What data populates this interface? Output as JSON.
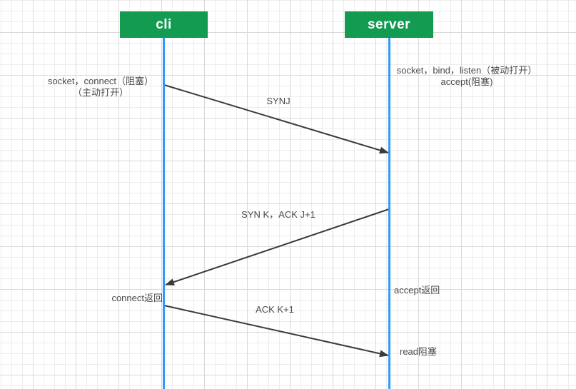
{
  "colors": {
    "actor_bg": "#129b51",
    "actor_text": "#ffffff",
    "lifeline": "#2f9bfc",
    "arrow": "#3a3a3a",
    "label_text": "#4c4c4c",
    "grid_minor": "#ececec",
    "grid_major": "#d9d9d9"
  },
  "actors": [
    {
      "id": "cli",
      "label": "cli"
    },
    {
      "id": "server",
      "label": "server"
    }
  ],
  "annotations": {
    "client_init_line1": "socket，connect（阻塞）",
    "client_init_line2": "（主动打开）",
    "server_init_line1": "socket，bind，listen（被动打开）",
    "server_init_line2": "accept(阻塞)",
    "connect_return": "connect返回",
    "accept_return": "accept返回",
    "read_block": "read阻塞"
  },
  "messages": [
    {
      "label": "SYNJ",
      "from": "cli",
      "to": "server"
    },
    {
      "label": "SYN K，ACK J+1",
      "from": "server",
      "to": "cli"
    },
    {
      "label": "ACK K+1",
      "from": "cli",
      "to": "server"
    }
  ]
}
